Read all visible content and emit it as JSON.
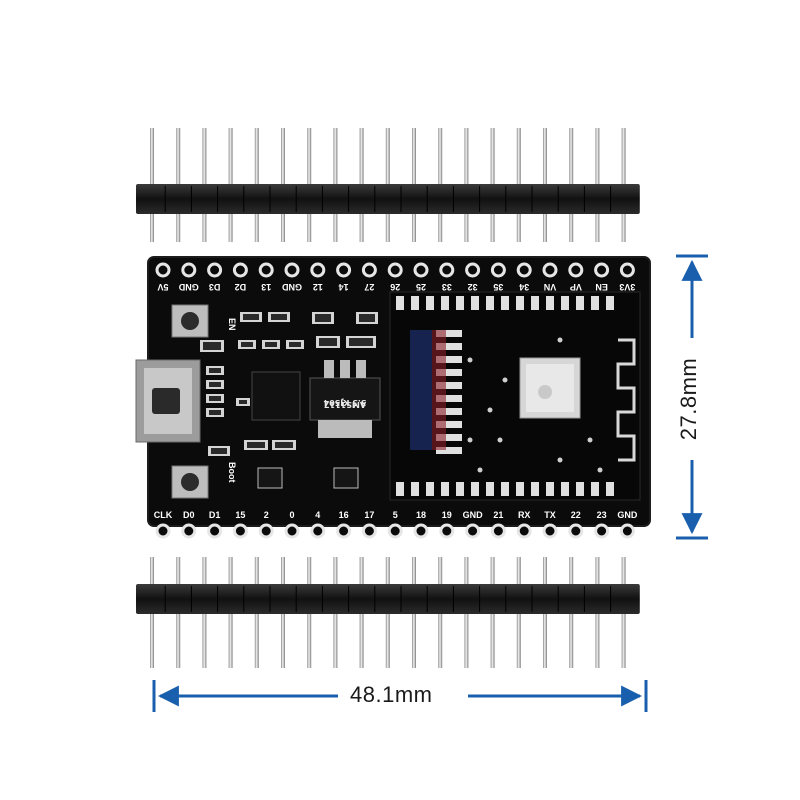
{
  "board": {
    "top_pins": [
      "5V",
      "GND",
      "D3",
      "D2",
      "13",
      "GND",
      "12",
      "14",
      "27",
      "26",
      "25",
      "33",
      "32",
      "35",
      "34",
      "VN",
      "VP",
      "EN",
      "3V3"
    ],
    "bottom_pins": [
      "CLK",
      "D0",
      "D1",
      "15",
      "2",
      "0",
      "4",
      "16",
      "17",
      "5",
      "18",
      "19",
      "GND",
      "21",
      "RX",
      "TX",
      "22",
      "23",
      "GND"
    ],
    "side_labels": {
      "en": "EN",
      "boot": "Boot"
    },
    "regulator": {
      "line1": "AMS1117",
      "line2": "3.3 KJ504"
    }
  },
  "dimensions": {
    "width_label": "48.1mm",
    "height_label": "27.8mm",
    "accent_color": "#1a5fae"
  }
}
